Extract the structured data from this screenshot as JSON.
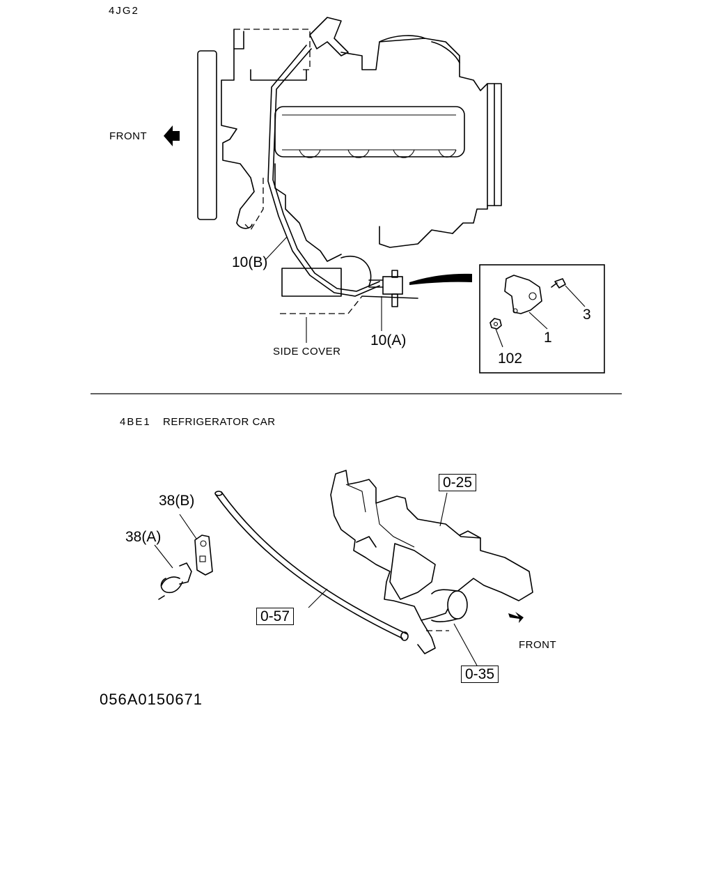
{
  "upper_section": {
    "model_label": "4JG2",
    "front_label": "FRONT",
    "callouts": {
      "hose_b": "10(B)",
      "hose_a": "10(A)",
      "side_cover": "SIDE COVER"
    },
    "inset_callouts": {
      "bracket": "1",
      "bolt": "3",
      "nut": "102"
    }
  },
  "lower_section": {
    "model_label": "4BE1",
    "variant_label": "REFRIGERATOR CAR",
    "front_label": "FRONT",
    "callouts": {
      "clip_b": "38(B)",
      "clip_a": "38(A)",
      "ref_manifold": "0-25",
      "ref_hose": "0-57",
      "ref_valve": "0-35"
    }
  },
  "drawing_code": "056A0150671"
}
